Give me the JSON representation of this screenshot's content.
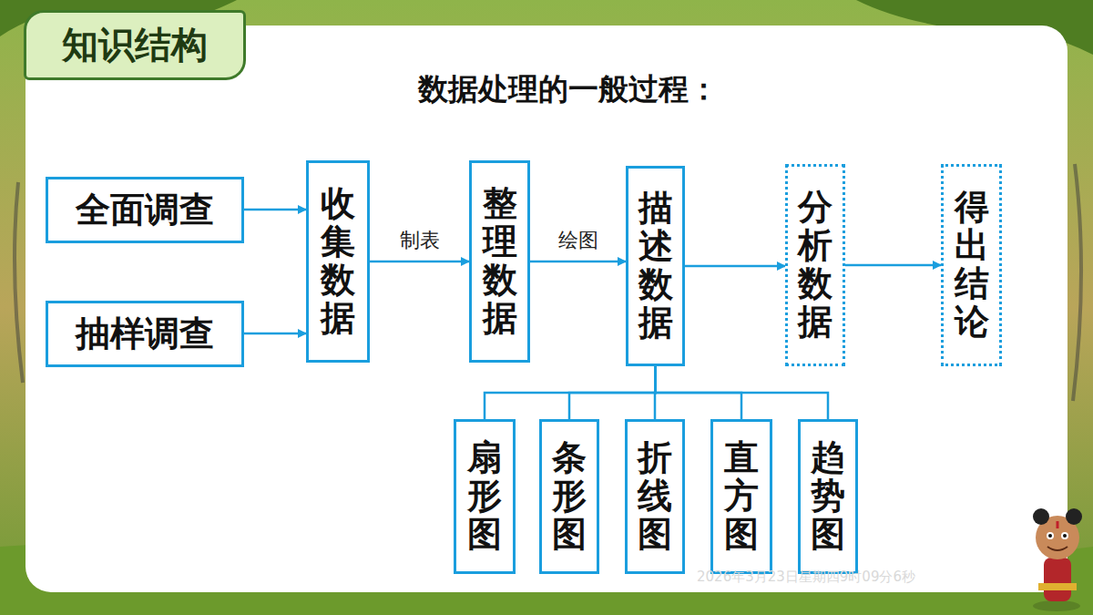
{
  "diagram": {
    "title": "数据处理的一般过程：",
    "nodes": [
      {
        "text": [
          "知识结构"
        ]
      },
      {
        "text": [
          "全面调查"
        ]
      },
      {
        "text": [
          "抽样调查"
        ]
      },
      {
        "text": [
          "收集数据"
        ]
      },
      {
        "text": [
          "整理数据"
        ]
      },
      {
        "text": [
          "描述数据"
        ]
      },
      {
        "text": [
          "分析数据"
        ]
      },
      {
        "text": [
          "得出结论"
        ]
      },
      {
        "text": [
          "扇形图"
        ]
      },
      {
        "text": [
          "条形图"
        ]
      },
      {
        "text": [
          "折线图"
        ]
      },
      {
        "text": [
          "直方图"
        ]
      },
      {
        "text": [
          "趋势图"
        ]
      }
    ],
    "edges": [
      {
        "from": 1,
        "to": 3,
        "arrow": "to"
      },
      {
        "from": 2,
        "to": 3,
        "arrow": "to"
      },
      {
        "from": 3,
        "to": 4,
        "label": "制表",
        "arrow": "to"
      },
      {
        "from": 4,
        "to": 5,
        "label": "绘图",
        "arrow": "to"
      },
      {
        "from": 5,
        "to": 6,
        "arrow": "to"
      },
      {
        "from": 6,
        "to": 7,
        "arrow": "to"
      },
      {
        "from": 5,
        "to": 8,
        "arrow": "none"
      },
      {
        "from": 5,
        "to": 9,
        "arrow": "none"
      },
      {
        "from": 5,
        "to": 10,
        "arrow": "none"
      },
      {
        "from": 5,
        "to": 11,
        "arrow": "none"
      },
      {
        "from": 5,
        "to": 12,
        "arrow": "none"
      }
    ],
    "labels": [
      "2026年3月23日星期四9时09分6秒"
    ]
  }
}
